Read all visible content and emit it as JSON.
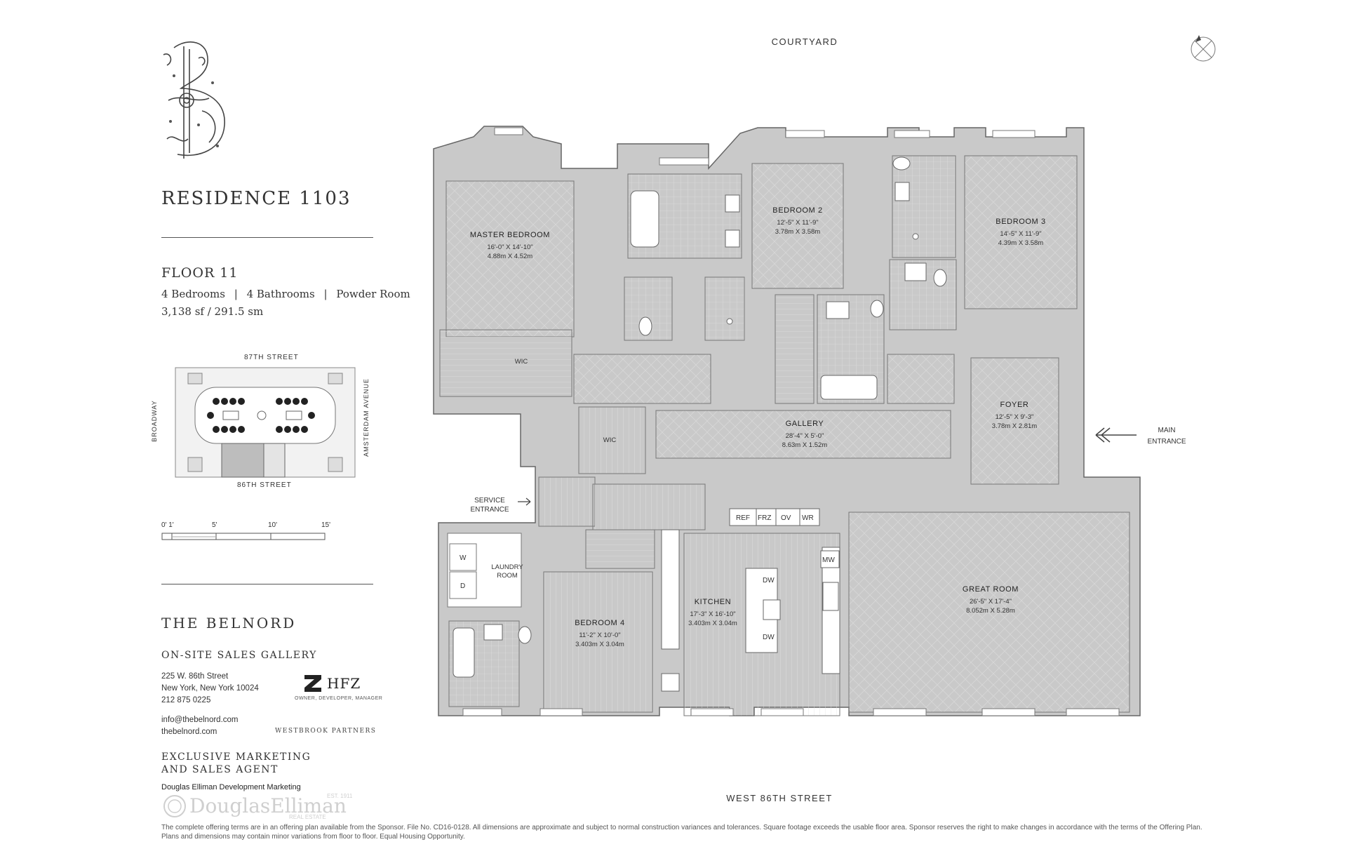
{
  "header": {
    "residence": "RESIDENCE 1103",
    "floor": "FLOOR 11",
    "bedrooms": "4 Bedrooms",
    "bathrooms": "4 Bathrooms",
    "powder_room": "Powder Room",
    "area": "3,138 sf / 291.5 sm"
  },
  "keyplan": {
    "north_street": "87TH STREET",
    "south_street": "86TH STREET",
    "west_street": "BROADWAY",
    "east_street": "AMSTERDAM AVENUE"
  },
  "scale": [
    "0' 1'",
    "5'",
    "10'",
    "15'"
  ],
  "brand": {
    "name": "THE BELNORD",
    "gallery_title": "ON-SITE SALES GALLERY",
    "address1": "225 W. 86th Street",
    "address2": "New York, New York 10024",
    "phone": "212 875 0225",
    "email": "info@thebelnord.com",
    "website": "thebelnord.com",
    "hfz": "HFZ",
    "hfz_tag": "OWNER, DEVELOPER, MANAGER",
    "partner": "WESTBROOK PARTNERS",
    "marketing_line1": "EXCLUSIVE MARKETING",
    "marketing_line2": "AND SALES AGENT",
    "agent": "Douglas Elliman Development Marketing",
    "watermark": "DouglasElliman",
    "watermark_est": "EST. 1911",
    "watermark_sub": "REAL ESTATE"
  },
  "plan": {
    "top_street": "COURTYARD",
    "bottom_street": "WEST 86TH STREET",
    "main_entrance_1": "MAIN",
    "main_entrance_2": "ENTRANCE",
    "service_entrance_1": "SERVICE",
    "service_entrance_2": "ENTRANCE",
    "rooms": {
      "master": {
        "name": "MASTER BEDROOM",
        "imp": "16'-0\" X 14'-10\"",
        "met": "4.88m X 4.52m"
      },
      "bed2": {
        "name": "BEDROOM 2",
        "imp": "12'-5\" X 11'-9\"",
        "met": "3.78m X 3.58m"
      },
      "bed3": {
        "name": "BEDROOM 3",
        "imp": "14'-5\" X 11'-9\"",
        "met": "4.39m X 3.58m"
      },
      "foyer": {
        "name": "FOYER",
        "imp": "12'-5\" X 9'-3\"",
        "met": "3.78m X 2.81m"
      },
      "gallery": {
        "name": "GALLERY",
        "imp": "28'-4\" X 5'-0\"",
        "met": "8.63m X 1.52m"
      },
      "kitchen": {
        "name": "KITCHEN",
        "imp": "17'-3\" X 16'-10\"",
        "met": "3.403m X 3.04m"
      },
      "bed4": {
        "name": "BEDROOM 4",
        "imp": "11'-2\" X 10'-0\"",
        "met": "3.403m X 3.04m"
      },
      "great": {
        "name": "GREAT ROOM",
        "imp": "26'-5\" X 17'-4\"",
        "met": "8.052m X 5.28m"
      },
      "laundry1": "LAUNDRY",
      "laundry2": "ROOM",
      "wic": "WIC"
    },
    "appliances": [
      "REF",
      "FRZ",
      "OV",
      "WR"
    ],
    "mw": "MW",
    "dw": "DW",
    "w": "W",
    "d": "D"
  },
  "footer": "The complete offering terms are in an offering plan available from the Sponsor. File No. CD16-0128. All dimensions are approximate and subject to normal construction variances and tolerances. Square footage exceeds the usable floor area. Sponsor reserves the right to make changes in accordance with the terms of the Offering Plan. Plans and dimensions may contain minor variations from floor to floor. Equal Housing Opportunity."
}
